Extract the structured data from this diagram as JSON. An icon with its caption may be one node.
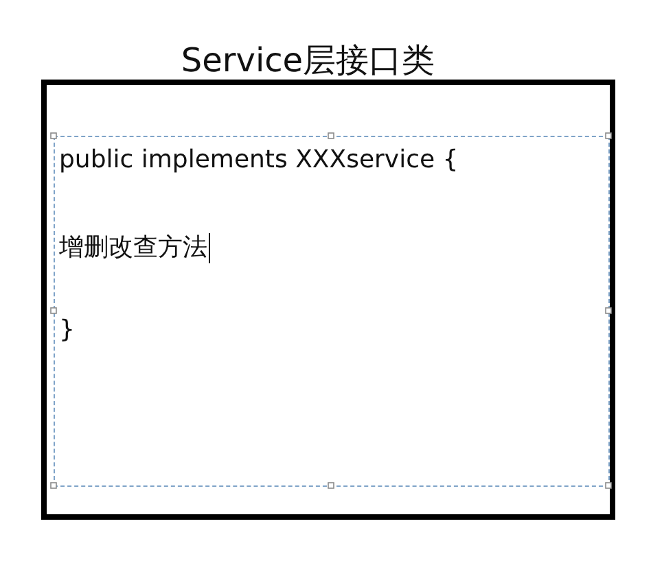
{
  "diagram": {
    "nodes": [
      {
        "text": [
          "Service层接口类"
        ]
      },
      {
        "text": [
          "public implements XXXservice {",
          "增删改查方法",
          "}"
        ],
        "in": 0
      }
    ]
  }
}
